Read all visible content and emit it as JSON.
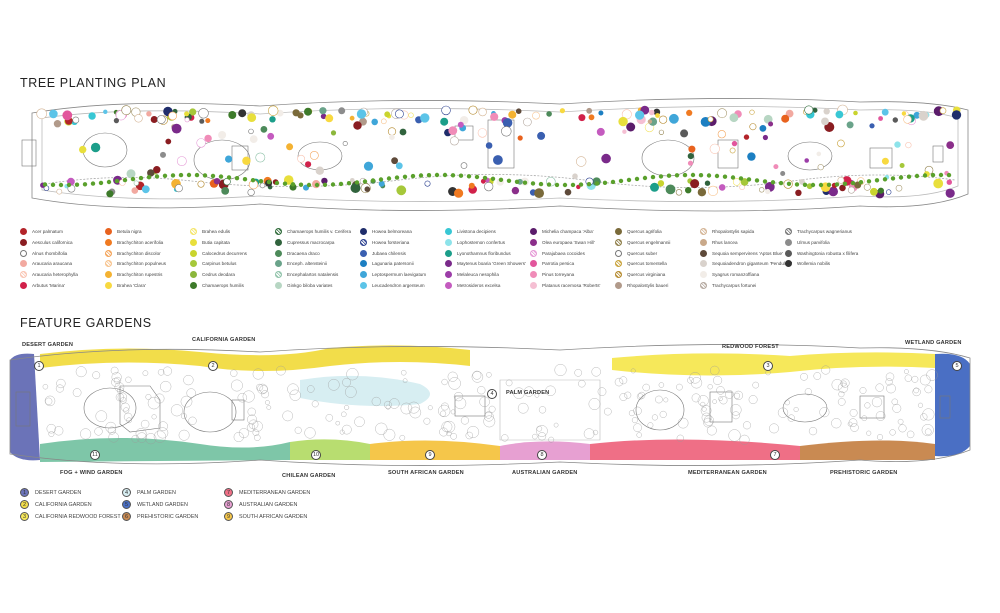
{
  "tree_plan": {
    "title": "TREE PLANTING PLAN",
    "species": [
      {
        "label": "Acer palmatum",
        "color": "#b3242a",
        "style": "fill"
      },
      {
        "label": "Aesculus californica",
        "color": "#8a1d21",
        "style": "fill"
      },
      {
        "label": "Alnus rhombifolia",
        "color": "#ffffff",
        "style": "ring"
      },
      {
        "label": "Araucaria araucana",
        "color": "#f2a9a0",
        "style": "fill"
      },
      {
        "label": "Araucaria heterophylla",
        "color": "#f9c4b2",
        "style": "cross"
      },
      {
        "label": "Arbutus 'Marina'",
        "color": "#d1214a",
        "style": "fill"
      },
      {
        "label": "Betula nigra",
        "color": "#e8621e",
        "style": "fill"
      },
      {
        "label": "Brachychiton acerifolia",
        "color": "#f07a21",
        "style": "fill"
      },
      {
        "label": "Brachychiton discolor",
        "color": "#f3a45a",
        "style": "cross"
      },
      {
        "label": "Brachychiton populneus",
        "color": "#f7c38d",
        "style": "cross"
      },
      {
        "label": "Brachychiton rupestris",
        "color": "#f4b232",
        "style": "fill"
      },
      {
        "label": "Brahea 'Clara'",
        "color": "#f8d940",
        "style": "fill"
      },
      {
        "label": "Brahea edulis",
        "color": "#f4e56a",
        "style": "cross"
      },
      {
        "label": "Butia capitata",
        "color": "#e8df3c",
        "style": "fill"
      },
      {
        "label": "Calocedrus decurrens",
        "color": "#c9d42e",
        "style": "fill"
      },
      {
        "label": "Carpinus betulus",
        "color": "#a6c83a",
        "style": "fill"
      },
      {
        "label": "Cedrus deodara",
        "color": "#8cb73c",
        "style": "fill"
      },
      {
        "label": "Chamaerops humilis",
        "color": "#3d7a2a",
        "style": "fill"
      },
      {
        "label": "Chamaerops humilis v. Cerifera",
        "color": "#2f6b3a",
        "style": "cross"
      },
      {
        "label": "Cupressus macrocarpa",
        "color": "#31633d",
        "style": "fill"
      },
      {
        "label": "Dracaena draco",
        "color": "#4d8a5a",
        "style": "fill"
      },
      {
        "label": "Enceph. altensteinii",
        "color": "#6aa38a",
        "style": "fill"
      },
      {
        "label": "Encephalartos natalensis",
        "color": "#8fc2a9",
        "style": "cross"
      },
      {
        "label": "Ginkgo biloba variates",
        "color": "#b7d6c3",
        "style": "fill"
      },
      {
        "label": "Howea belmoreana",
        "color": "#1f2d6b",
        "style": "fill"
      },
      {
        "label": "Howea forsteriana",
        "color": "#2a3f8f",
        "style": "cross"
      },
      {
        "label": "Jubaea chilensis",
        "color": "#3a5fb0",
        "style": "fill"
      },
      {
        "label": "Lagunaria patersonii",
        "color": "#1c7fc2",
        "style": "fill"
      },
      {
        "label": "Leptospermum laevigatum",
        "color": "#3fa6d9",
        "style": "fill"
      },
      {
        "label": "Leucadendron argenteum",
        "color": "#5cc4e8",
        "style": "fill"
      },
      {
        "label": "Livistona decipiens",
        "color": "#38c7d4",
        "style": "fill"
      },
      {
        "label": "Lophostemon confertus",
        "color": "#8de3ea",
        "style": "fill"
      },
      {
        "label": "Lyonothamnus floribundus",
        "color": "#1c9e8a",
        "style": "fill"
      },
      {
        "label": "Maytenus boaria 'Green Showers'",
        "color": "#7a2a8a",
        "style": "fill"
      },
      {
        "label": "Melaleuca nesophila",
        "color": "#9c3da8",
        "style": "fill"
      },
      {
        "label": "Metrosideros excelsa",
        "color": "#c45bbf",
        "style": "fill"
      },
      {
        "label": "Michelia champaca 'Alba'",
        "color": "#5b1c6b",
        "style": "fill"
      },
      {
        "label": "Olea europaea 'Swan Hill'",
        "color": "#8b2f8a",
        "style": "fill"
      },
      {
        "label": "Parajubaea cocoides",
        "color": "#e59ad6",
        "style": "cross"
      },
      {
        "label": "Parrotia persica",
        "color": "#e2569c",
        "style": "fill"
      },
      {
        "label": "Pinus torreyana",
        "color": "#f08cb8",
        "style": "fill"
      },
      {
        "label": "Platanus racemosa 'Roberts'",
        "color": "#f5bfd3",
        "style": "fill"
      },
      {
        "label": "Quercus agrifolia",
        "color": "#7a6a3a",
        "style": "fill"
      },
      {
        "label": "Quercus engelmannii",
        "color": "#8f7f4a",
        "style": "cross"
      },
      {
        "label": "Quercus suber",
        "color": "#a89a70",
        "style": "ring"
      },
      {
        "label": "Quercus tomentella",
        "color": "#c8a23a",
        "style": "cross"
      },
      {
        "label": "Quercus virginiana",
        "color": "#b58a2e",
        "style": "cross"
      },
      {
        "label": "Rhopalostylis baueri",
        "color": "#b19a8a",
        "style": "fill"
      },
      {
        "label": "Rhopalostylis sapida",
        "color": "#d4b596",
        "style": "cross"
      },
      {
        "label": "Rhus lancea",
        "color": "#c9a98a",
        "style": "fill"
      },
      {
        "label": "Sequoia sempervirens 'Aptos Blue'",
        "color": "#5e4a3a",
        "style": "fill"
      },
      {
        "label": "Sequoiadendron giganteum 'Pendulum'",
        "color": "#d9d2cc",
        "style": "fill"
      },
      {
        "label": "Syagrus romanzoffiana",
        "color": "#f2ede8",
        "style": "fill"
      },
      {
        "label": "Trachycarpus fortunei",
        "color": "#b5a9a0",
        "style": "cross"
      },
      {
        "label": "Trachycarpus wagnerianus",
        "color": "#777",
        "style": "cross"
      },
      {
        "label": "Ulmus parvifolia",
        "color": "#8c8c8c",
        "style": "fill"
      },
      {
        "label": "Washingtonia robusta x filifera",
        "color": "#5a5a5a",
        "style": "fill"
      },
      {
        "label": "Wollemia nobilis",
        "color": "#333333",
        "style": "fill"
      }
    ]
  },
  "feature_gardens": {
    "title": "FEATURE GARDENS",
    "zone_labels": {
      "desert": "DESERT GARDEN",
      "california": "CALIFORNIA GARDEN",
      "redwood": "REDWOOD FOREST",
      "wetland": "WETLAND GARDEN",
      "palm": "PALM GARDEN",
      "fog": "FOG + WIND GARDEN",
      "chilean": "CHILEAN GARDEN",
      "south_african": "SOUTH AFRICAN GARDEN",
      "australian": "AUSTRALIAN GARDEN",
      "mediterranean": "MEDITERRANEAN GARDEN",
      "prehistoric": "PREHISTORIC GARDEN"
    },
    "legend": [
      {
        "num": "1",
        "label": "DESERT GARDEN",
        "color": "#6b73b8"
      },
      {
        "num": "2",
        "label": "CALIFORNIA GARDEN",
        "color": "#f2dd4a"
      },
      {
        "num": "3",
        "label": "CALIFORNIA REDWOOD FOREST",
        "color": "#f6e85a"
      },
      {
        "num": "4",
        "label": "PALM GARDEN",
        "color": "#d7eef2"
      },
      {
        "num": "5",
        "label": "WETLAND GARDEN",
        "color": "#4a6fc4"
      },
      {
        "num": "6",
        "label": "PREHISTORIC GARDEN",
        "color": "#c98a52"
      },
      {
        "num": "7",
        "label": "MEDITERRANEAN GARDEN",
        "color": "#ef6f86"
      },
      {
        "num": "8",
        "label": "AUSTRALIAN GARDEN",
        "color": "#e7a0d2"
      },
      {
        "num": "9",
        "label": "SOUTH AFRICAN GARDEN",
        "color": "#f5c64a"
      }
    ],
    "chip_numbers": [
      "1",
      "2",
      "3",
      "4",
      "5",
      "7",
      "8",
      "9",
      "10",
      "11"
    ]
  }
}
